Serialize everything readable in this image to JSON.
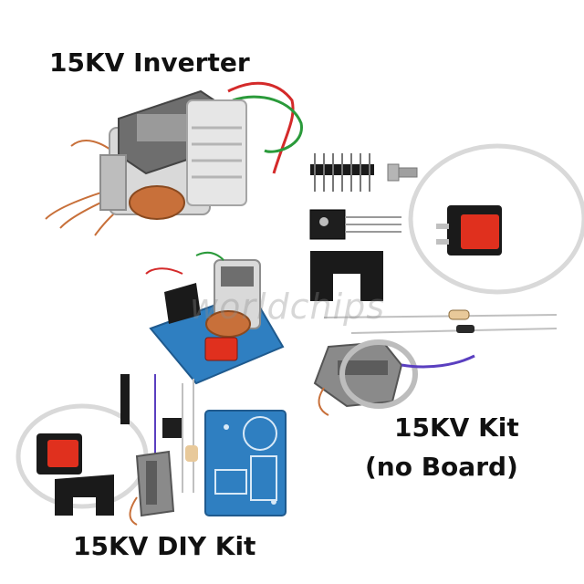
{
  "labels": {
    "inverter": "15KV Inverter",
    "kit_line1": "15KV Kit",
    "kit_line2": "(no Board)",
    "diy_kit": "15KV DIY Kit"
  },
  "watermark": "worldchips",
  "colors": {
    "background": "#ffffff",
    "label_text": "#111111",
    "pcb_blue": "#2f7fc1",
    "switch_red": "#e0301e",
    "copper": "#c8703a",
    "core_grey": "#8a8a8a",
    "heatsink_black": "#1a1a1a",
    "wire_red": "#d42a2a",
    "wire_green": "#2a9a3a",
    "wire_purple": "#5a3fc0"
  }
}
